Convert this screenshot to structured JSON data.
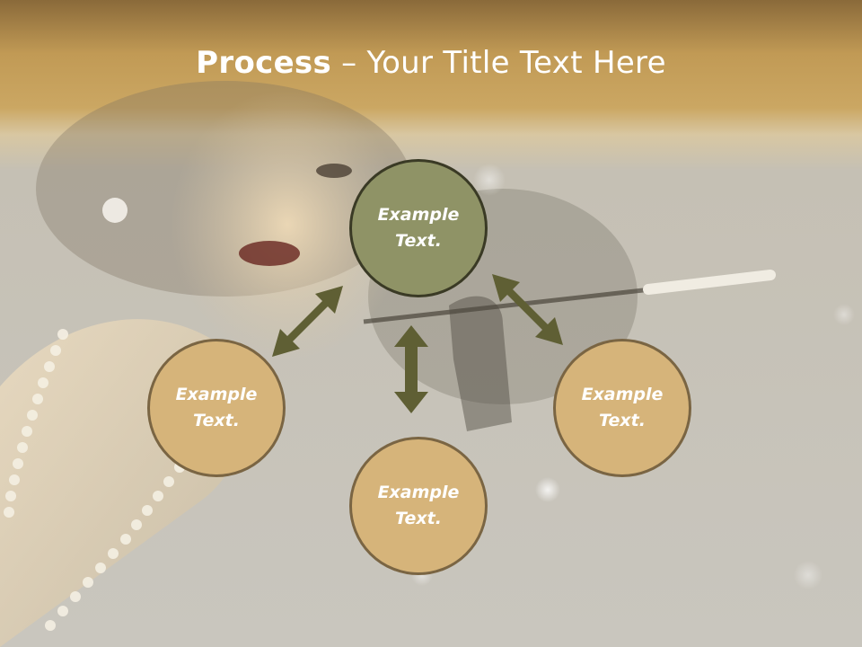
{
  "title": {
    "bold": "Process",
    "rest": " – Your Title Text Here"
  },
  "nodes": {
    "top": "Example\nText.",
    "left": "Example\nText.",
    "bottom": "Example\nText.",
    "right": "Example\nText."
  },
  "colors": {
    "center_fill": "#8f9366",
    "outer_fill": "#d6b47a",
    "outer_border": "#7a6543",
    "arrow": "#5f5f34"
  }
}
